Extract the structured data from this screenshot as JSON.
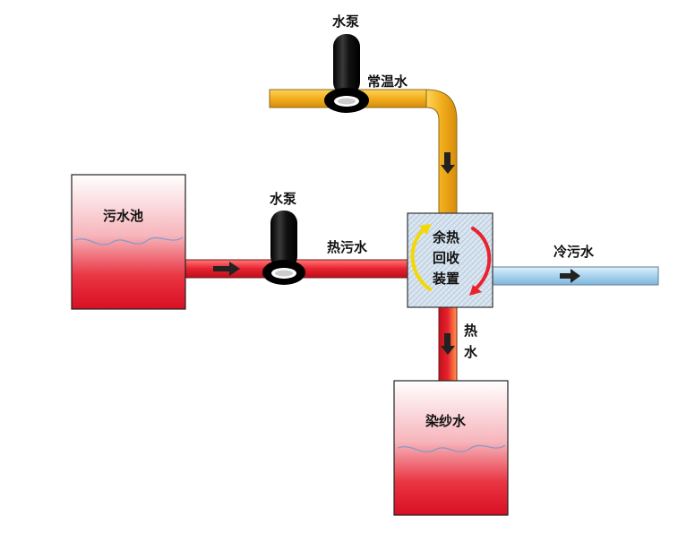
{
  "labels": {
    "sewage_pool": "污水池",
    "pump_top": "水泵",
    "pump_mid": "水泵",
    "normal_water": "常温水",
    "hot_sewage": "热污水",
    "cold_sewage": "冷污水",
    "hot_water_1": "热",
    "hot_water_2": "水",
    "dyeing_water": "染纱水",
    "device_line1": "余热",
    "device_line2": "回收",
    "device_line3": "装置"
  },
  "colors": {
    "normal_water_pipe": "#f2ae1e",
    "hot_pipe": "#e8232e",
    "cold_pipe": "#a9d3ef",
    "device_fill": "#d7e4f0",
    "pump": "#111111",
    "arrow": "#222222",
    "hot_liquid": "#e0142a",
    "curve_yellow": "#f5d800",
    "curve_red": "#e8232e"
  }
}
